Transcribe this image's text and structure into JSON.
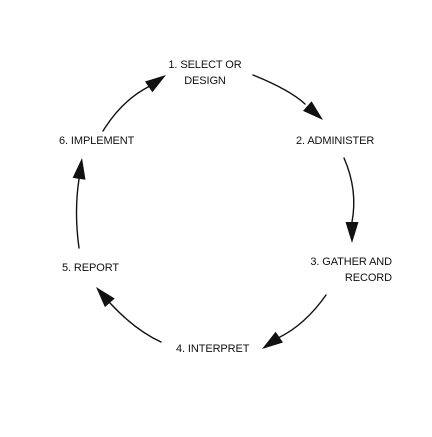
{
  "diagram": {
    "steps": [
      {
        "id": 1,
        "lines": [
          "1. SELECT OR",
          "DESIGN"
        ]
      },
      {
        "id": 2,
        "lines": [
          "2. ADMINISTER"
        ]
      },
      {
        "id": 3,
        "lines": [
          "3. GATHER AND",
          "RECORD"
        ]
      },
      {
        "id": 4,
        "lines": [
          "4. INTERPRET"
        ]
      },
      {
        "id": 5,
        "lines": [
          "5. REPORT"
        ]
      },
      {
        "id": 6,
        "lines": [
          "6.  IMPLEMENT"
        ]
      }
    ],
    "connections": [
      {
        "from": 1,
        "to": 2
      },
      {
        "from": 2,
        "to": 3
      },
      {
        "from": 3,
        "to": 4
      },
      {
        "from": 4,
        "to": 5
      },
      {
        "from": 5,
        "to": 6
      },
      {
        "from": 6,
        "to": 1
      }
    ],
    "colors": {
      "ink": "#111111",
      "background": "#ffffff"
    }
  }
}
